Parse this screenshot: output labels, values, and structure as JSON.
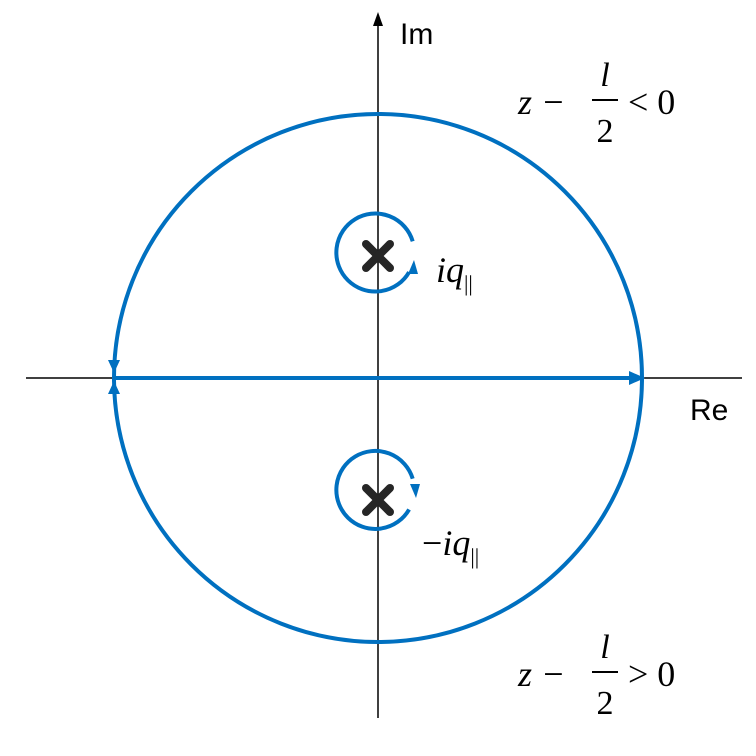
{
  "axes": {
    "real_label": "Re",
    "imag_label": "Im"
  },
  "poles": {
    "upper": {
      "prefix": "",
      "symbol": "iq",
      "subscript": "||"
    },
    "lower": {
      "prefix": "−",
      "symbol": "iq",
      "subscript": "||"
    }
  },
  "regions": {
    "upper": {
      "lhs": "z −",
      "numerator": "l",
      "denominator": "2",
      "relation": "< 0"
    },
    "lower": {
      "lhs": "z −",
      "numerator": "l",
      "denominator": "2",
      "relation": "> 0"
    }
  },
  "colors": {
    "contour": "#0070c0",
    "axis": "#000000",
    "pole": "#262626",
    "text": "#000000"
  },
  "icons": {
    "pole_marker": "cross-mark-icon",
    "arrow": "arrowhead-icon"
  }
}
